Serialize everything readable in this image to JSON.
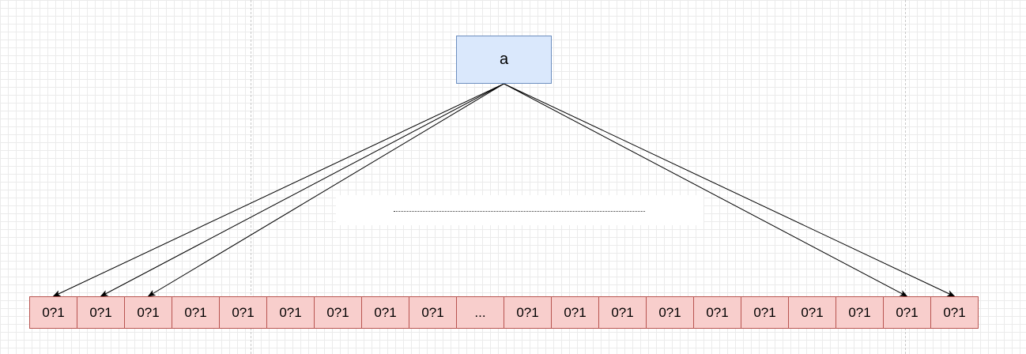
{
  "root": {
    "label": "a"
  },
  "array": {
    "cells": [
      "0?1",
      "0?1",
      "0?1",
      "0?1",
      "0?1",
      "0?1",
      "0?1",
      "0?1",
      "0?1",
      "...",
      "0?1",
      "0?1",
      "0?1",
      "0?1",
      "0?1",
      "0?1",
      "0?1",
      "0?1",
      "0?1",
      "0?1"
    ]
  },
  "edges": [
    {
      "from": "root",
      "to_cell": 0
    },
    {
      "from": "root",
      "to_cell": 1
    },
    {
      "from": "root",
      "to_cell": 2
    },
    {
      "from": "root",
      "to_cell": 18
    },
    {
      "from": "root",
      "to_cell": 19
    }
  ],
  "colors": {
    "root_fill": "#dae8fc",
    "root_stroke": "#6c8ebf",
    "cell_fill": "#f8cecc",
    "cell_stroke": "#b85450",
    "edge": "#000000"
  }
}
